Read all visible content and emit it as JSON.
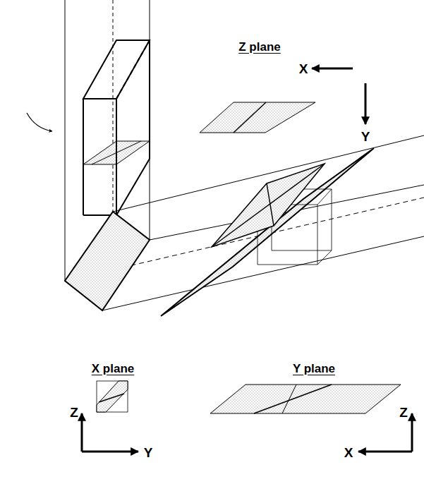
{
  "diagram": {
    "labels": [
      "Z plane",
      "X",
      "Y",
      "X plane",
      "Z",
      "Y",
      "Y plane",
      "Z",
      "X"
    ]
  }
}
